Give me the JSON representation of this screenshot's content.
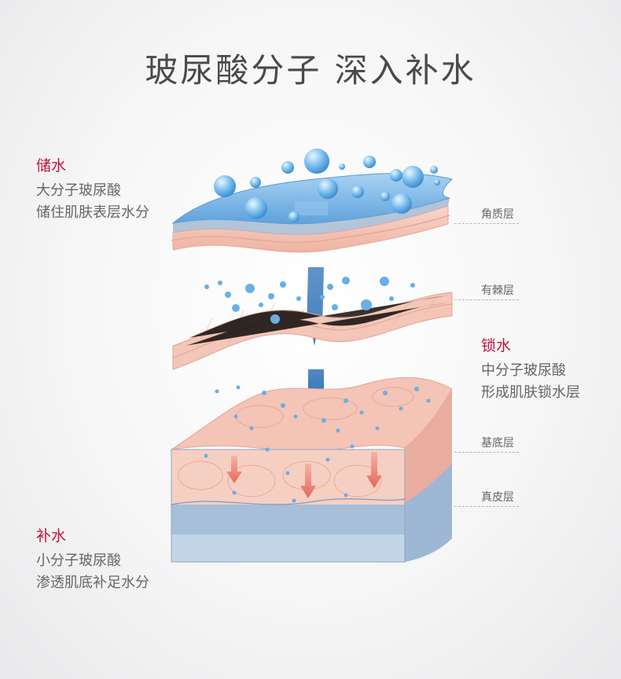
{
  "title": "玻尿酸分子 深入补水",
  "blocks": {
    "store": {
      "head": "储水",
      "lines": [
        "大分子玻尿酸",
        "储住肌肤表层水分"
      ]
    },
    "lock": {
      "head": "锁水",
      "lines": [
        "中分子玻尿酸",
        "形成肌肤锁水层"
      ]
    },
    "replenish": {
      "head": "补水",
      "lines": [
        "小分子玻尿酸",
        "渗透肌底补足水分"
      ]
    }
  },
  "layers": {
    "stratum_corneum": "角质层",
    "spinosum": "有棘层",
    "basal": "基底层",
    "dermis": "真皮层"
  },
  "colors": {
    "accent": "#c0143c",
    "water_blue": "#6fb0e6",
    "skin_pink": "#f4c3b4"
  },
  "icons": [
    "water-molecule-icon",
    "down-arrow-icon"
  ]
}
